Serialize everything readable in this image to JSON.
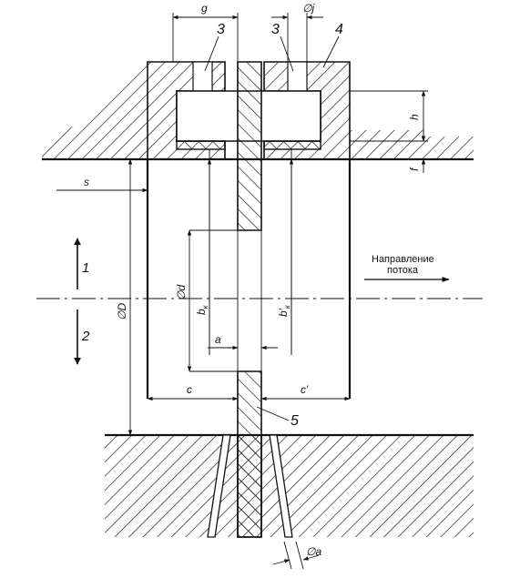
{
  "labels": {
    "g": "g",
    "j": "∅j",
    "callout_3_left": "3",
    "callout_3_right": "3",
    "callout_4": "4",
    "callout_5": "5",
    "h": "h",
    "f": "f",
    "s": "s",
    "D": "∅D",
    "d": "∅d",
    "bk": "b",
    "bk_sub": "к",
    "bk_prime": "b′",
    "bk_prime_sub": "к",
    "a_gap": "a",
    "c": "c",
    "c_prime": "c′",
    "a_hole": "∅a",
    "arrow_1": "1",
    "arrow_2": "2",
    "flow_line1": "Направление",
    "flow_line2": "потока"
  }
}
